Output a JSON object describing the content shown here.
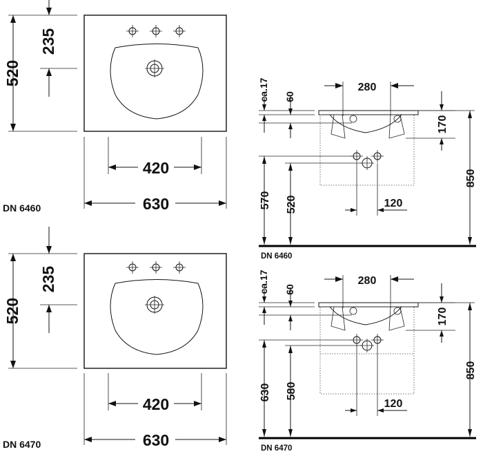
{
  "top_view": {
    "width": "630",
    "bowl_width": "420",
    "depth": "520",
    "tap_offset": "235"
  },
  "side_view": {
    "tap_spacing": "280",
    "rim_thickness": "60",
    "rim_clearance": "ca.17",
    "bowl_depth": "170",
    "height": "850",
    "offset": "120"
  },
  "models": [
    {
      "code": "DN 6460",
      "outlet_height": "570",
      "drain_height": "520"
    },
    {
      "code": "DN 6470",
      "outlet_height": "630",
      "drain_height": "580"
    }
  ]
}
